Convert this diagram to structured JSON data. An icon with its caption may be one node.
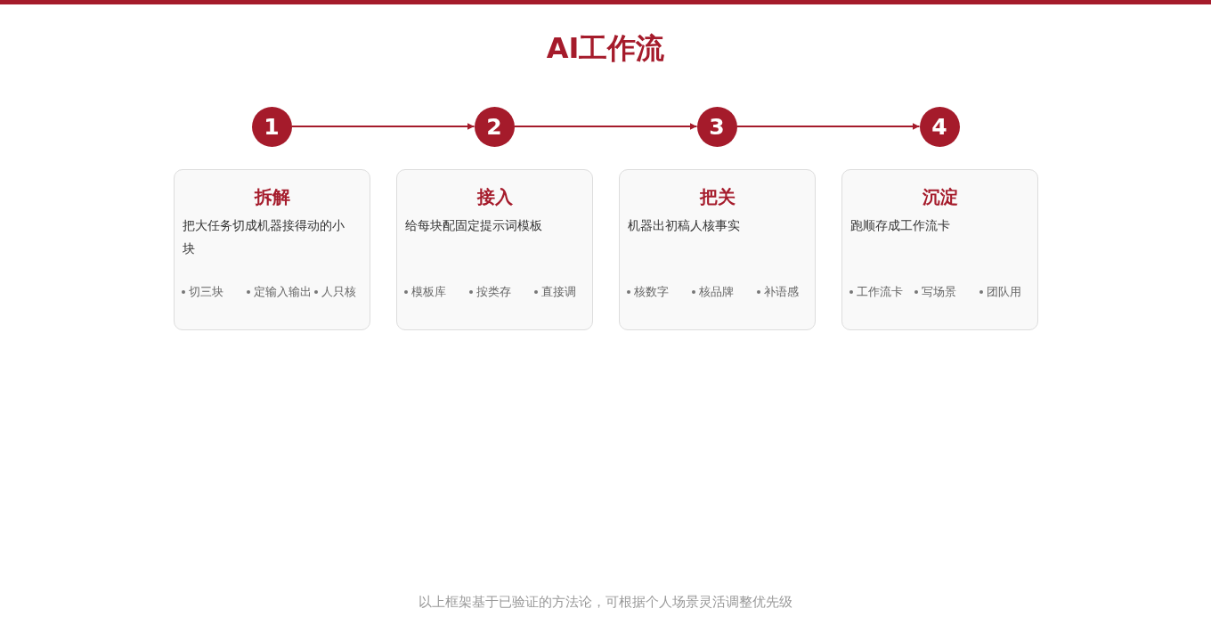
{
  "diagram": {
    "title": "AI工作流",
    "nodes": [
      {
        "text": [
          "1"
        ]
      },
      {
        "text": [
          "2"
        ]
      },
      {
        "text": [
          "3"
        ]
      },
      {
        "text": [
          "4"
        ]
      },
      {
        "text": [
          "拆解",
          "把大任务切成机器接得动的小块",
          "切三块",
          "定输入输出",
          "人只核"
        ]
      },
      {
        "text": [
          "接入",
          "给每块配固定提示词模板",
          "模板库",
          "按类存",
          "直接调"
        ]
      },
      {
        "text": [
          "把关",
          "机器出初稿人核事实",
          "核数字",
          "核品牌",
          "补语感"
        ]
      },
      {
        "text": [
          "沉淀",
          "跑顺存成工作流卡",
          "工作流卡",
          "写场景",
          "团队用"
        ]
      }
    ],
    "edges": [
      {
        "from": 0,
        "to": 1,
        "arrow": "to"
      },
      {
        "from": 1,
        "to": 2,
        "arrow": "to"
      },
      {
        "from": 2,
        "to": 3,
        "arrow": "to"
      }
    ],
    "caption": "以上框架基于已验证的方法论，可根据个人场景灵活调整优先级"
  }
}
